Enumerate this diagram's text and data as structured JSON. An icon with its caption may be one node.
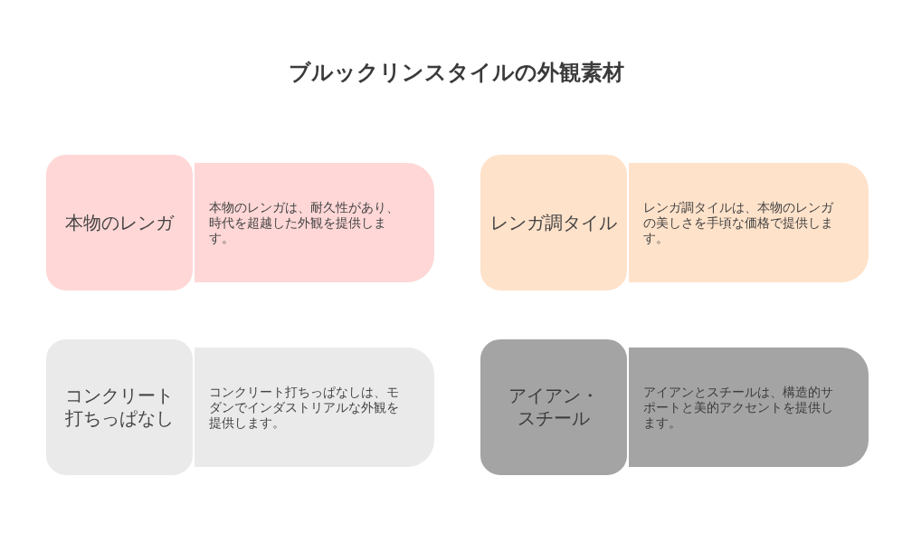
{
  "diagram": {
    "title": "ブルックリンスタイルの外観素材",
    "nodes": [
      {
        "text": [
          "本物のレンガ"
        ]
      },
      {
        "text": [
          "本物のレンガは、耐久性があり、時代を超越した外観を提供します。"
        ]
      },
      {
        "text": [
          "レンガ調タイル"
        ]
      },
      {
        "text": [
          "レンガ調タイルは、本物のレンガの美しさを手頃な価格で提供します。"
        ]
      },
      {
        "text": [
          "コンクリート打ちっぱなし"
        ]
      },
      {
        "text": [
          "コンクリート打ちっぱなしは、モダンでインダストリアルな外観を提供します。"
        ]
      },
      {
        "text": [
          "アイアン・スチール"
        ]
      },
      {
        "text": [
          "アイアンとスチールは、構造的サポートと美的アクセントを提供します。"
        ]
      }
    ]
  }
}
